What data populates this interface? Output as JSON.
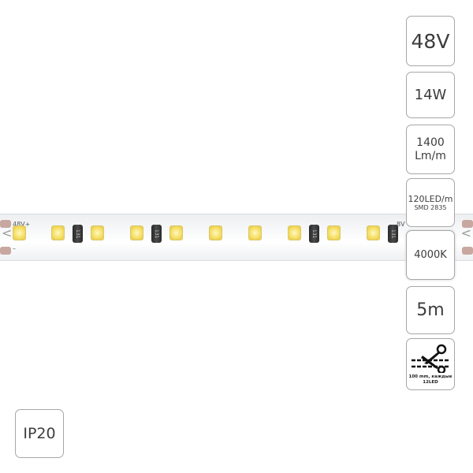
{
  "strip": {
    "left_polarity": "48V+",
    "left_minus": "–",
    "right_label": "8V",
    "resistor_code": "131"
  },
  "badges": {
    "voltage": "48V",
    "power": "14W",
    "lumen_value": "1400",
    "lumen_unit": "Lm/m",
    "led_density": "120LED/m",
    "led_type": "SMD 2835",
    "color_temp": "4000K",
    "length": "5m",
    "cut_text_1": "100 mm, каждые",
    "cut_text_2": "12LED",
    "ip_rating": "IP20"
  },
  "icons": {
    "cut": "scissors-icon"
  }
}
